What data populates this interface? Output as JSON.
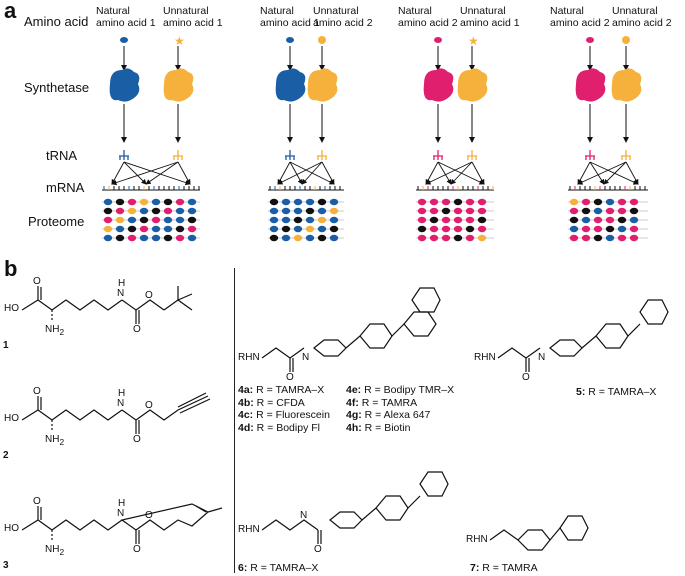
{
  "panel_a": {
    "letter": "a",
    "row_labels": {
      "amino_acid": "Amino acid",
      "synthetase": "Synthetase",
      "trna": "tRNA",
      "mrna": "mRNA",
      "proteome": "Proteome"
    },
    "columns": [
      {
        "left": "Natural\namino acid 1",
        "right": "Unnatural\namino acid 1"
      },
      {
        "left": "Natural\namino acid 1",
        "right": "Unnatural\namino acid 2"
      },
      {
        "left": "Natural\namino acid 2",
        "right": "Unnatural\namino acid 1"
      },
      {
        "left": "Natural\namino acid 2",
        "right": "Unnatural\namino acid 2"
      }
    ],
    "colors": {
      "natural1": "#1a5ea6",
      "natural2": "#e0206f",
      "unnatural": "#f5b13c",
      "black": "#111111"
    }
  },
  "panel_b": {
    "letter": "b",
    "compounds": {
      "c1": "1",
      "c2": "2",
      "c3": "3"
    },
    "atoms": {
      "ho": "HO",
      "o": "O",
      "nh2": "NH",
      "nh2_sub": "2",
      "n": "N",
      "h": "H",
      "rhn": "RHN"
    },
    "list_4": [
      {
        "id": "4a:",
        "text": " R = TAMRA–X"
      },
      {
        "id": "4b:",
        "text": " R = CFDA"
      },
      {
        "id": "4c:",
        "text": " R = Fluorescein"
      },
      {
        "id": "4d:",
        "text": " R = Bodipy Fl"
      },
      {
        "id": "4e:",
        "text": " R = Bodipy TMR–X"
      },
      {
        "id": "4f:",
        "text": " R = TAMRA"
      },
      {
        "id": "4g:",
        "text": " R = Alexa 647"
      },
      {
        "id": "4h:",
        "text": " R = Biotin"
      }
    ],
    "c5": {
      "id": "5:",
      "text": " R = TAMRA–X"
    },
    "c6": {
      "id": "6:",
      "text": " R = TAMRA–X"
    },
    "c7": {
      "id": "7:",
      "text": " R = TAMRA"
    }
  }
}
